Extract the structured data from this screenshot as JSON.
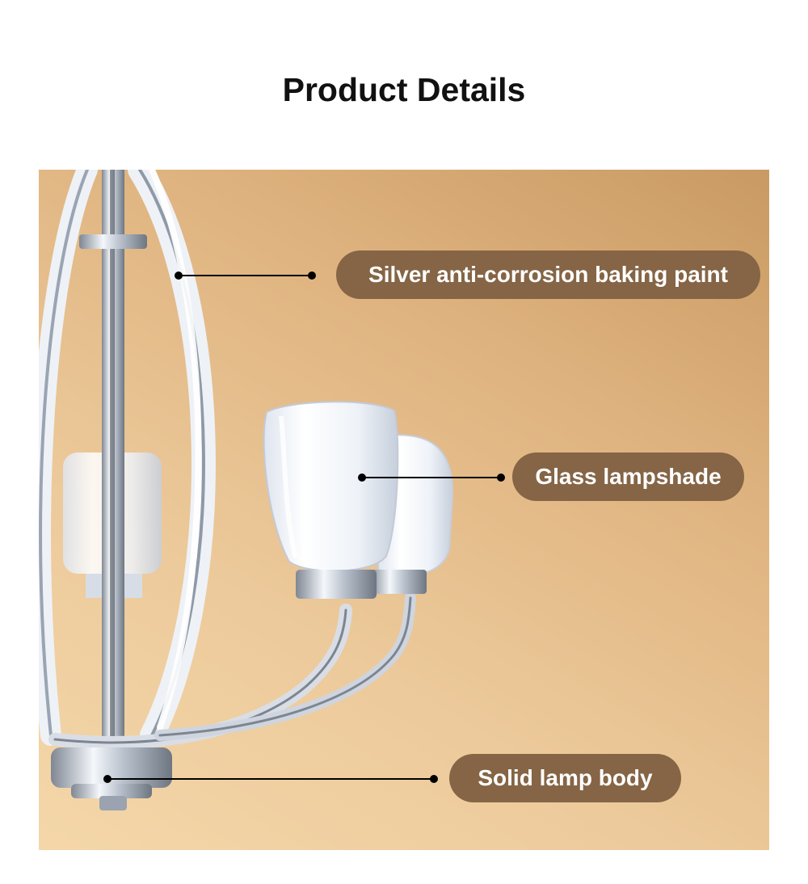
{
  "page": {
    "title": "Product Details"
  },
  "callouts": {
    "paint": "Silver anti-corrosion baking paint",
    "glass": "Glass lampshade",
    "body": "Solid lamp body"
  },
  "colors": {
    "callout_bg": "#856546",
    "callout_text": "#ffffff",
    "background_warm": "#d9ad78",
    "chrome": "#c9d0da"
  }
}
